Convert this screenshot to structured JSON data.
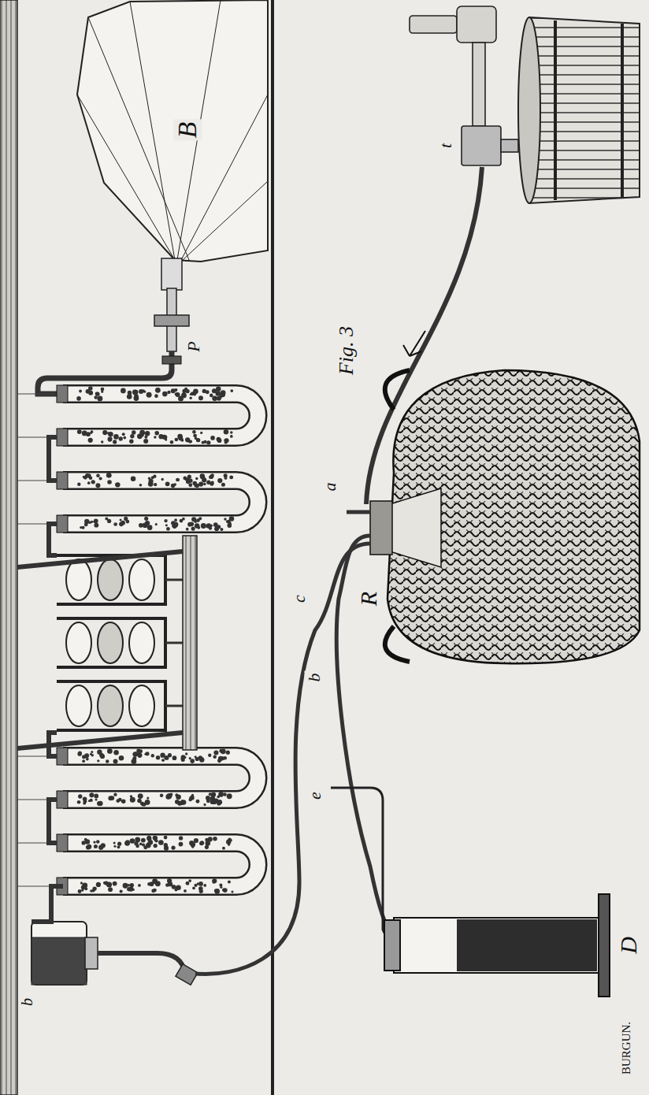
{
  "diagram": {
    "labels": [
      "Fig. 3",
      "B",
      "P",
      "R",
      "a",
      "b",
      "c",
      "e",
      "D",
      "t",
      "b",
      "BURGUN."
    ]
  }
}
